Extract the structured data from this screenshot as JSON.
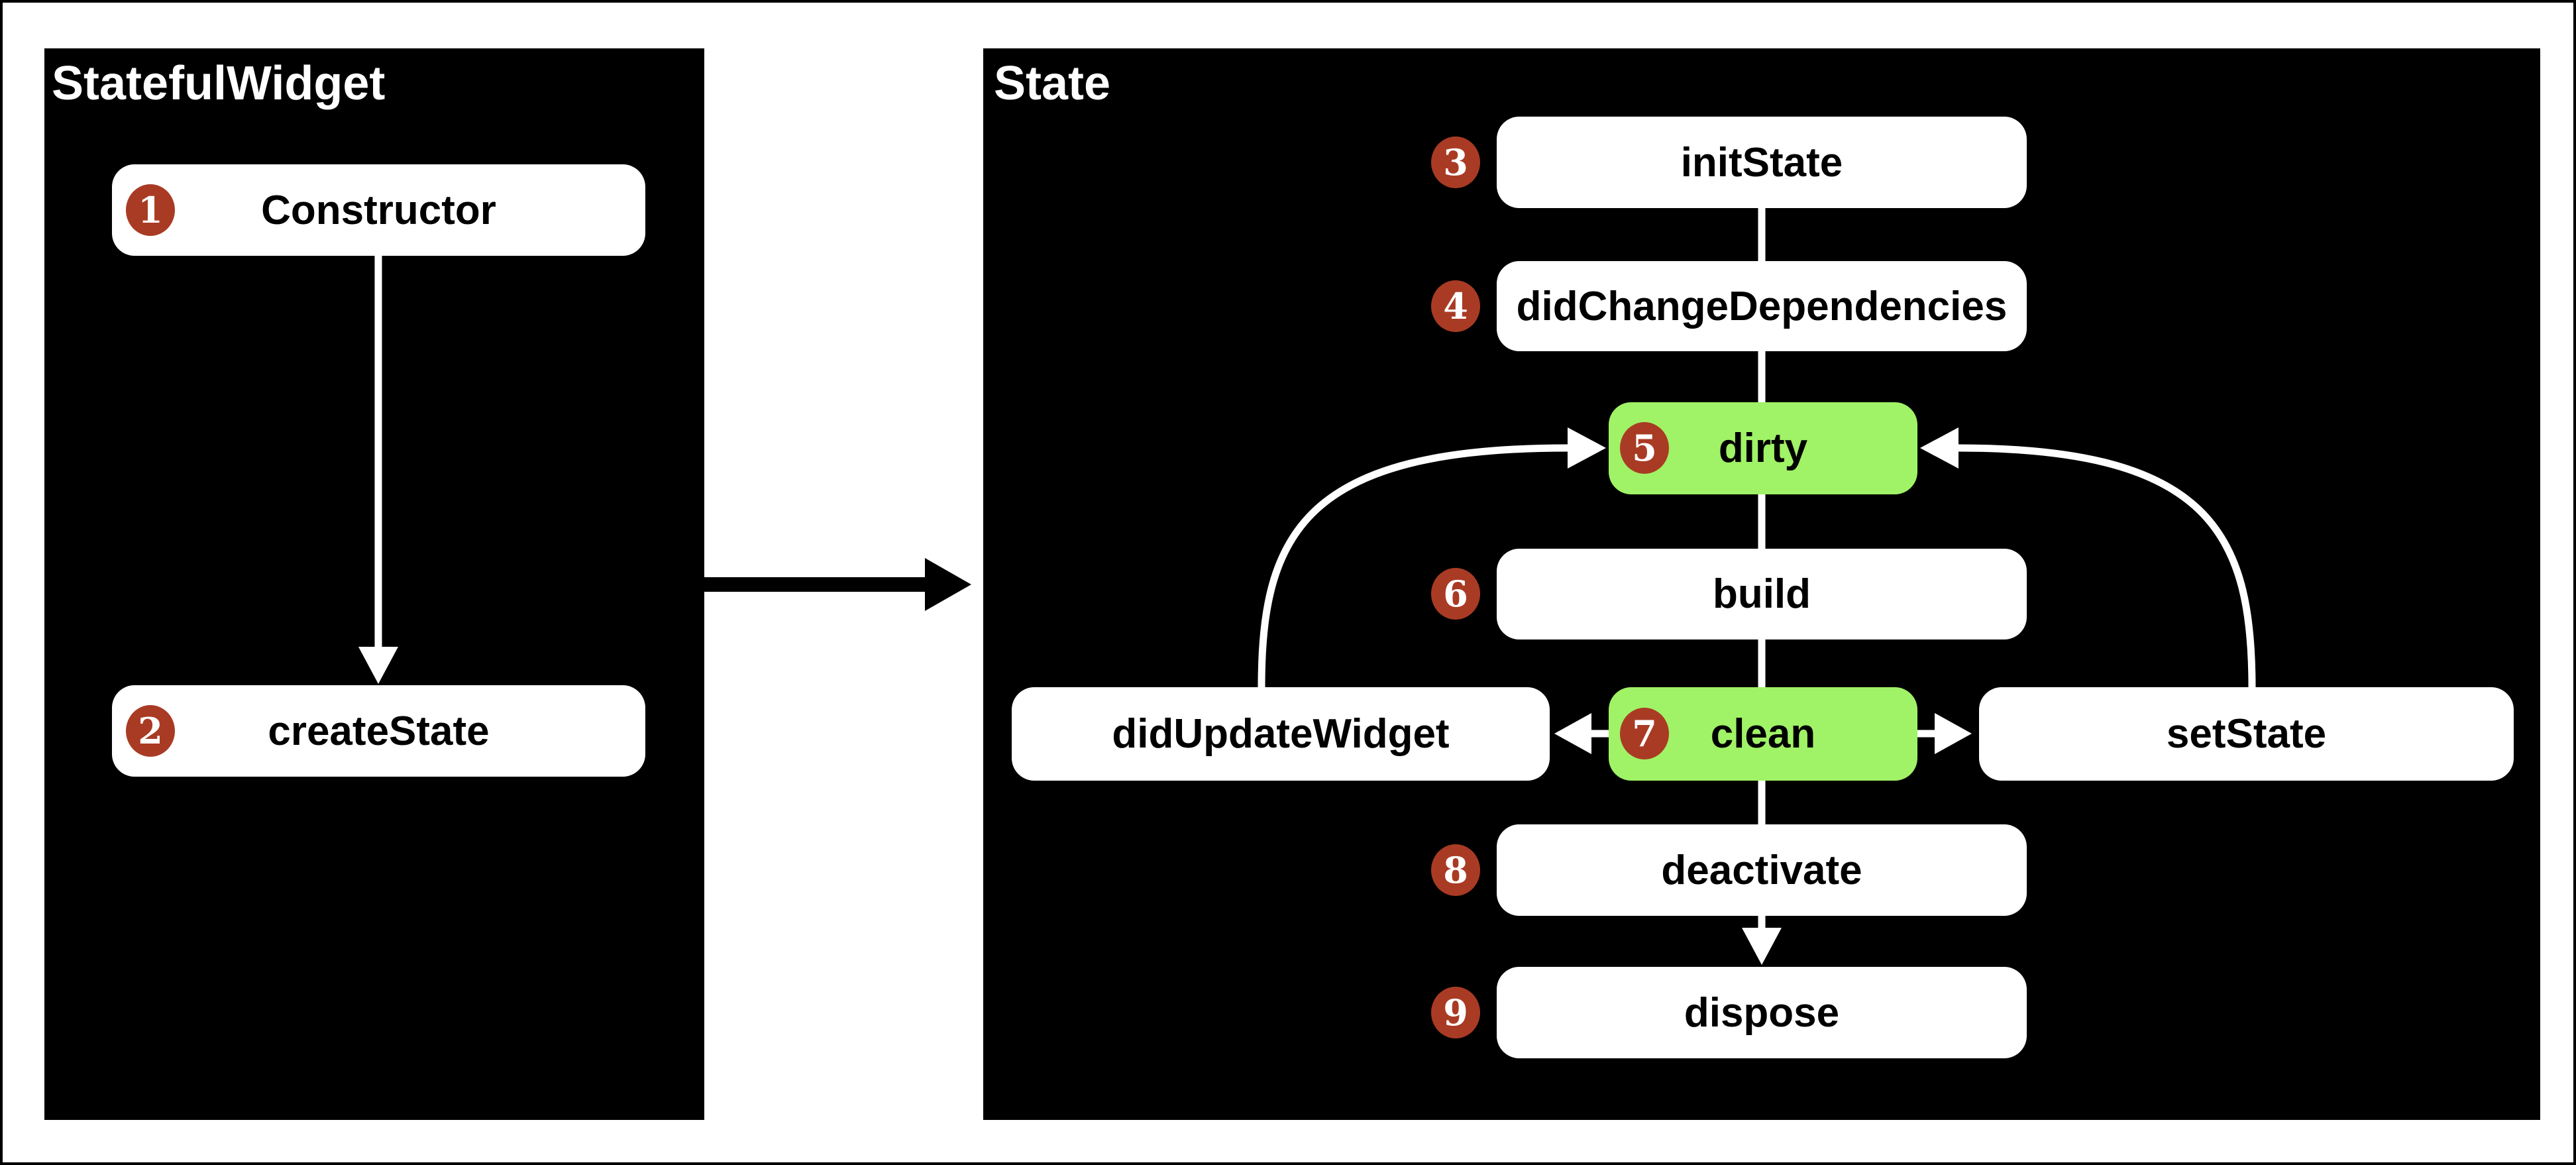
{
  "colors": {
    "page_bg": "#ffffff",
    "frame": "#000000",
    "panel_bg": "#000000",
    "box_bg": "#ffffff",
    "box_text": "#000000",
    "highlight_bg": "#a0f266",
    "badge_bg": "#a93b24",
    "badge_text": "#ffffff",
    "connector": "#ffffff",
    "title_text": "#ffffff",
    "flow_arrow": "#000000"
  },
  "left_panel": {
    "title": "StatefulWidget",
    "nodes": [
      {
        "badge": "1",
        "label": "Constructor"
      },
      {
        "badge": "2",
        "label": "createState"
      }
    ]
  },
  "right_panel": {
    "title": "State",
    "nodes": [
      {
        "badge": "3",
        "label": "initState"
      },
      {
        "badge": "4",
        "label": "didChangeDependencies"
      },
      {
        "badge": "5",
        "label": "dirty",
        "highlight": true
      },
      {
        "badge": "6",
        "label": "build"
      },
      {
        "label": "didUpdateWidget"
      },
      {
        "badge": "7",
        "label": "clean",
        "highlight": true
      },
      {
        "label": "setState"
      },
      {
        "badge": "8",
        "label": "deactivate"
      },
      {
        "badge": "9",
        "label": "dispose"
      }
    ]
  }
}
